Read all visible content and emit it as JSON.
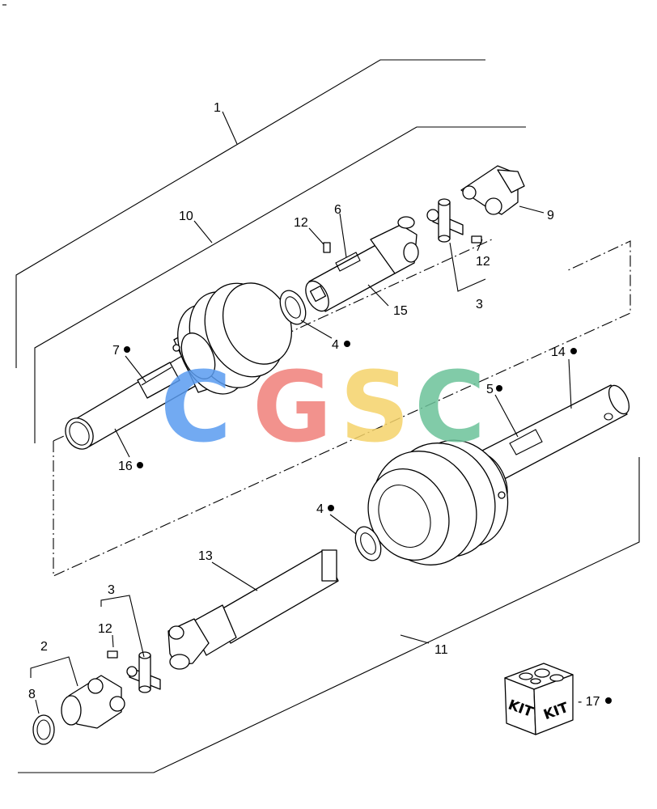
{
  "labels": {
    "l1": "1",
    "l10": "10",
    "l12a": "12",
    "l6": "6",
    "l9": "9",
    "l12b": "12",
    "l15": "15",
    "l3a": "3",
    "l7": "7",
    "l4a": "4",
    "l14": "14",
    "l5": "5",
    "l16": "16",
    "l4b": "4",
    "l13": "13",
    "l3b": "3",
    "l12c": "12",
    "l2": "2",
    "l8": "8",
    "l11": "11",
    "l17": "- 17"
  },
  "kit_box": {
    "left_text": "KIT",
    "right_text": "KIT"
  },
  "watermark": {
    "letters": [
      "C",
      "G",
      "S",
      "C"
    ],
    "colors": [
      "#5a9cf0",
      "#f0807a",
      "#f5d36a",
      "#6cc29a"
    ]
  }
}
